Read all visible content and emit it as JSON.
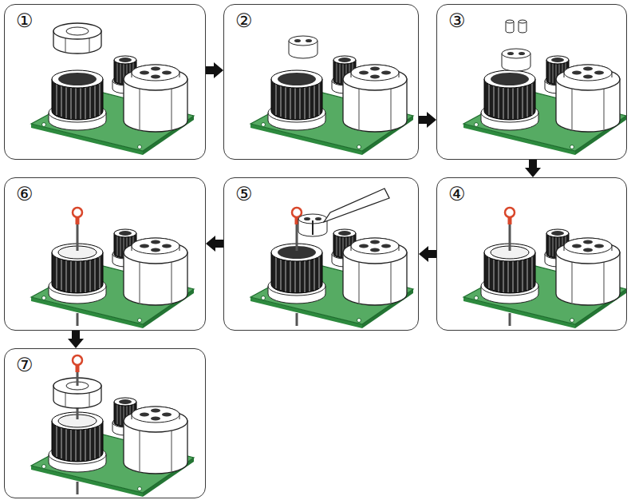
{
  "diagram": {
    "nodes": [
      {
        "text": [
          "①"
        ]
      },
      {
        "text": [
          "②"
        ]
      },
      {
        "text": [
          "③"
        ]
      },
      {
        "text": [
          "④"
        ]
      },
      {
        "text": [
          "⑤"
        ]
      },
      {
        "text": [
          "⑥"
        ]
      },
      {
        "text": [
          "⑦"
        ]
      }
    ],
    "edges": [
      {
        "from": 0,
        "to": 1,
        "arrow": "to"
      },
      {
        "from": 1,
        "to": 2,
        "arrow": "to"
      },
      {
        "from": 2,
        "to": 3,
        "arrow": "to"
      },
      {
        "from": 3,
        "to": 4,
        "arrow": "to"
      },
      {
        "from": 4,
        "to": 5,
        "arrow": "to"
      },
      {
        "from": 5,
        "to": 6,
        "arrow": "to"
      }
    ]
  }
}
